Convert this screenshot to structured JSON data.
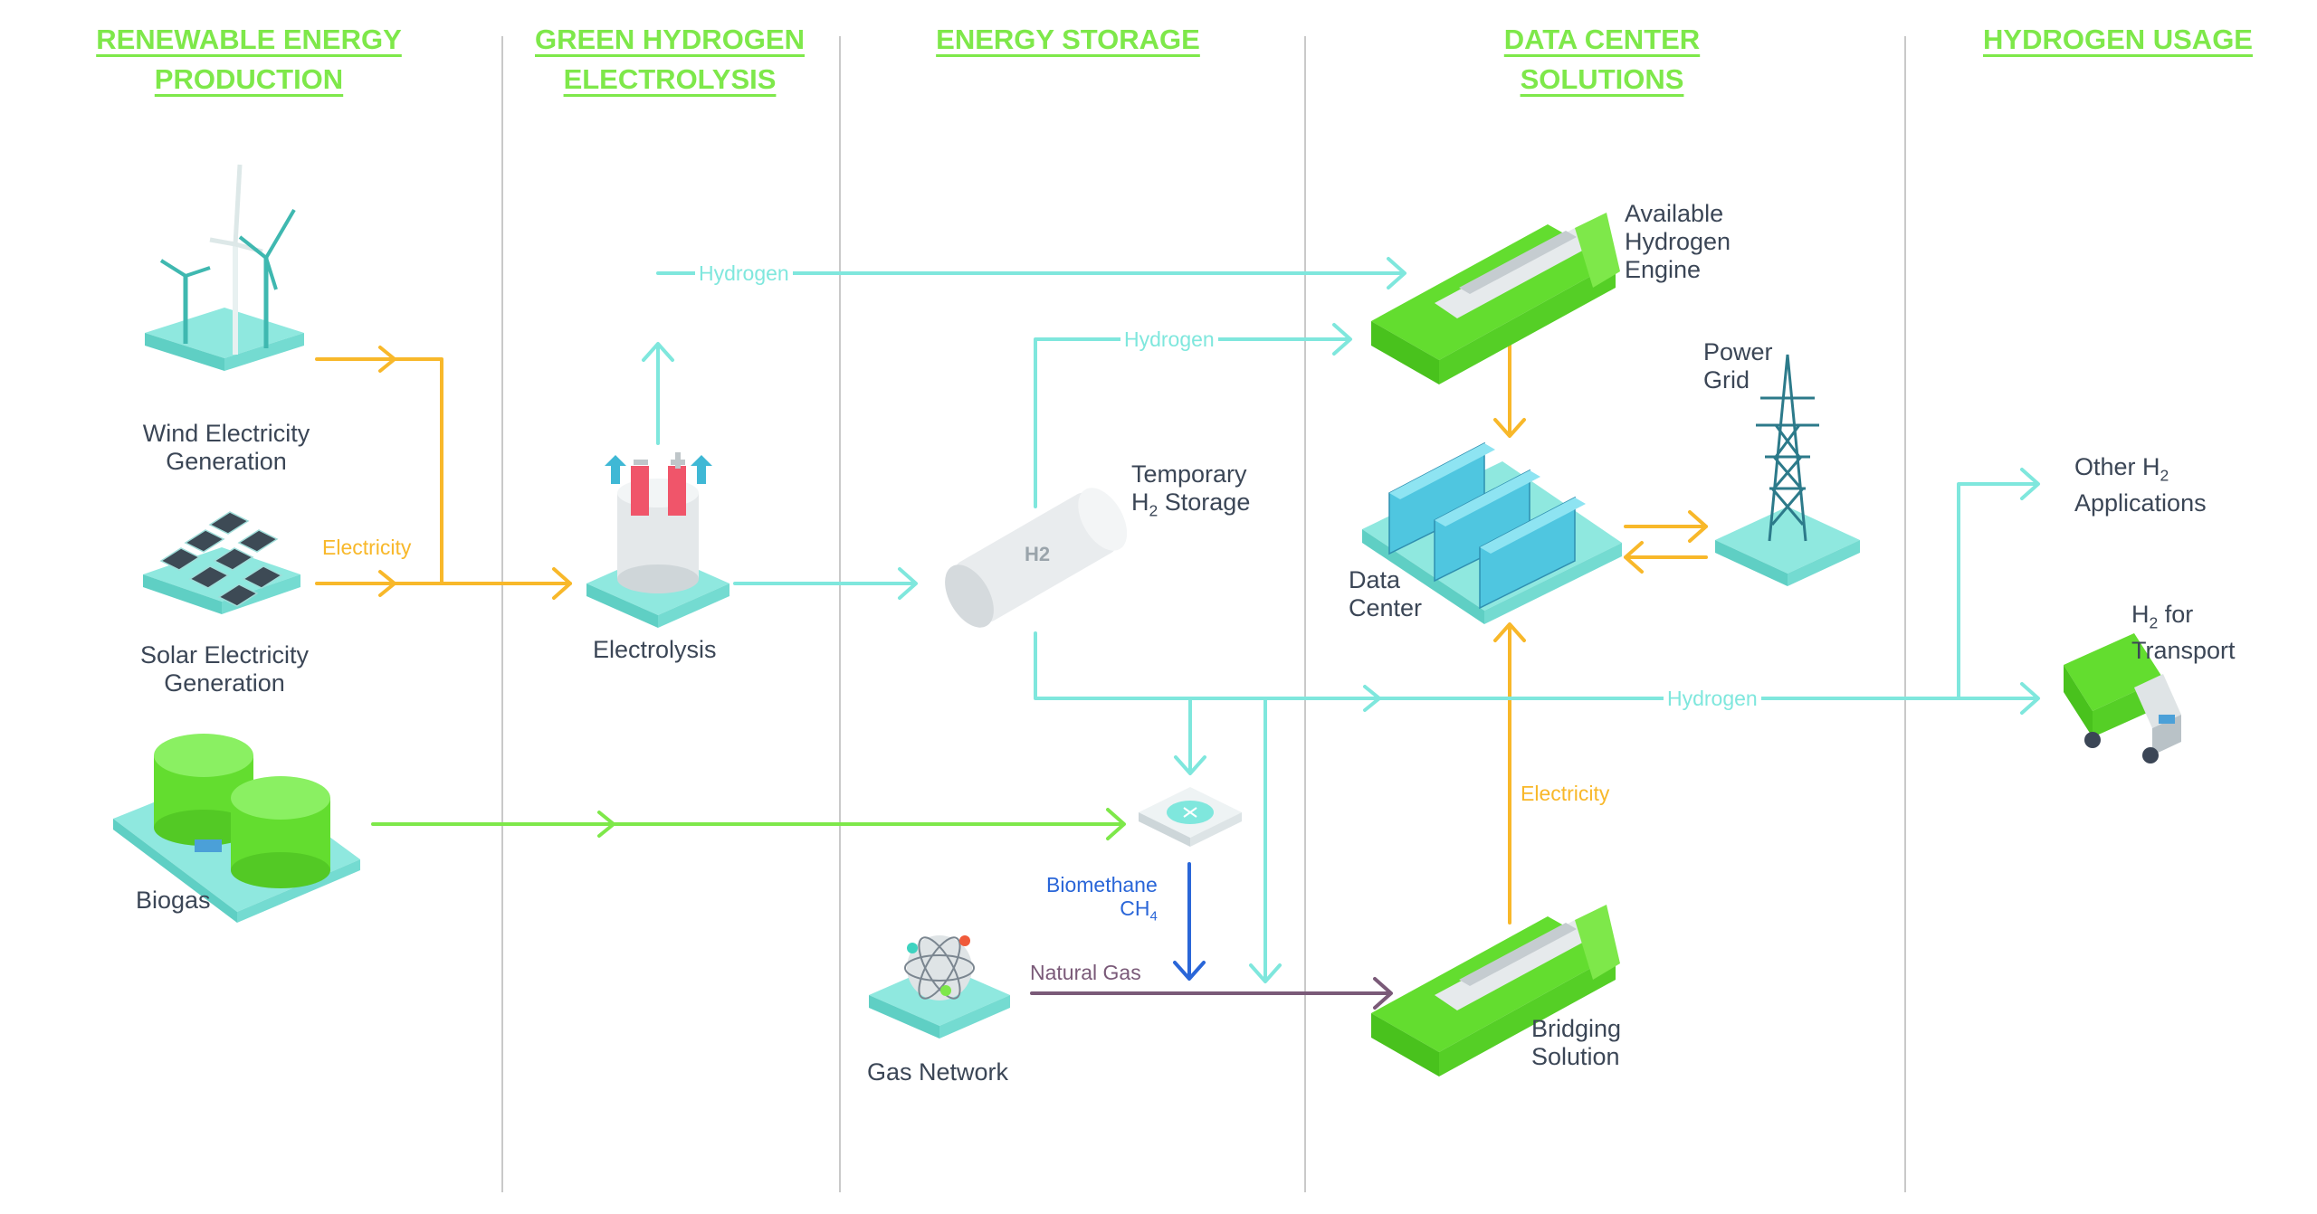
{
  "columns": [
    {
      "line1": "RENEWABLE ENERGY",
      "line2": "PRODUCTION"
    },
    {
      "line1": "GREEN HYDROGEN",
      "line2": "ELECTROLYSIS"
    },
    {
      "line1": "ENERGY STORAGE",
      "line2": ""
    },
    {
      "line1": "DATA CENTER",
      "line2": "SOLUTIONS"
    },
    {
      "line1": "HYDROGEN USAGE",
      "line2": ""
    }
  ],
  "nodes": {
    "wind": {
      "line1": "Wind Electricity",
      "line2": "Generation"
    },
    "solar": {
      "line1": "Solar Electricity",
      "line2": "Generation"
    },
    "biogas": {
      "label": "Biogas"
    },
    "electrolysis": {
      "label": "Electrolysis"
    },
    "storage": {
      "line1": "Temporary",
      "h": "H",
      "sub": "2",
      "rest": " Storage",
      "tank_mark": "H2"
    },
    "gas_network": {
      "label": "Gas Network"
    },
    "engine": {
      "line1": "Available",
      "line2": "Hydrogen",
      "line3": "Engine"
    },
    "data_center": {
      "line1": "Data",
      "line2": "Center"
    },
    "power_grid": {
      "line1": "Power",
      "line2": "Grid"
    },
    "bridging": {
      "line1": "Bridging",
      "line2": "Solution"
    },
    "other_h2": {
      "h": "Other H",
      "sub": "2",
      "line2": "Applications"
    },
    "transport": {
      "h": "H",
      "sub": "2",
      "rest": " for",
      "line2": "Transport"
    }
  },
  "flows": {
    "electricity": "Electricity",
    "hydrogen": "Hydrogen",
    "biomethane": "Biomethane",
    "ch4_main": "CH",
    "ch4_sub": "4",
    "natural_gas": "Natural Gas"
  },
  "colors": {
    "green": "#7ee84a",
    "electricity": "#f8b82a",
    "hydrogen": "#7fe7dd",
    "biomethane": "#2a66d8",
    "natural_gas": "#7a5a78",
    "divider": "#c9c9c9",
    "text": "#3b4656"
  }
}
